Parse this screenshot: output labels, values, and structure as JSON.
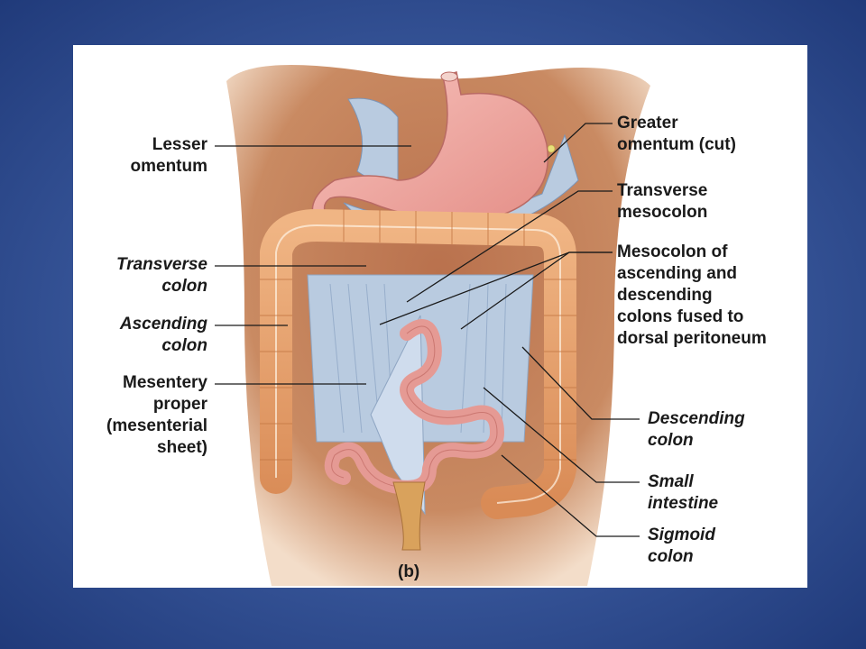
{
  "labels": {
    "lesser_omentum": "Lesser\nomentum",
    "transverse_colon": "Transverse\ncolon",
    "ascending_colon": "Ascending\ncolon",
    "mesentery_proper": "Mesentery\nproper\n(mesenterial\nsheet)",
    "greater_omentum": "Greater\nomentum (cut)",
    "transverse_mesocolon": "Transverse\nmesocolon",
    "mesocolon_fused": "Mesocolon of\nascending and\ndescending\ncolons fused to\ndorsal peritoneum",
    "descending_colon": "Descending\ncolon",
    "small_intestine": "Small\nintestine",
    "sigmoid_colon": "Sigmoid\ncolon"
  },
  "figure_label": "(b)",
  "colors": {
    "skin": "#c98a62",
    "colon": "#e5a06b",
    "stomach": "#eea7a0",
    "mesentery": "#b9cbe0",
    "small_intestine": "#e59a94"
  }
}
